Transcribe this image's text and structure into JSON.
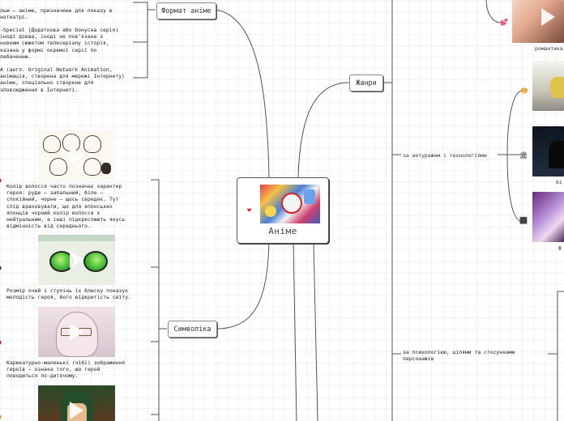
{
  "central": {
    "title": "Аніме",
    "icon": "heart-icon"
  },
  "branches": {
    "format": "Формат аніме",
    "genres": "Жанри",
    "symbolism": "Символіка"
  },
  "format_notes": [
    "льм — аніме, призначене для показу в\nнотеатрі.",
    "-Special (Додаткова або бонусна серія)\n іноді довша, іноді не пов'язана з\nновним сюжетом телесеріалу історія,\nказана у формі окремої серії по\nлебаченню.",
    "A (англ. Original Network Animation,\nанімація, створена для мережі Інтернету)\n аніме, спеціально створене для\nзповсюдження в Інтернеті."
  ],
  "symbolism_notes": [
    "Колір волосся часто позначає характер\nгероя: руде  — запальний, біле  —\nспокійний, чорне  — щось середнє. Тут\nслід враховувати, що для японських\nяпонців чорний колір волосся є\nнейтральним, а інші підкреслюють якусь\nвідмінність від середнього.",
    "Розмір очей і ступінь їх блиску показує\nмолодість героя, його відкритість світу.",
    "Карикатурно-маленькі (чібі) зображення\nгероїв  — ознака того, що герой\nповодиться по-дитячому."
  ],
  "genre_groups": {
    "setting": "за антуражем і технологіями",
    "psychology": "за психологією, цілями та стосунками\nперсонажів"
  },
  "genre_labels": {
    "romance": "романтика",
    "cut1": "ki",
    "cut2": "ф"
  }
}
